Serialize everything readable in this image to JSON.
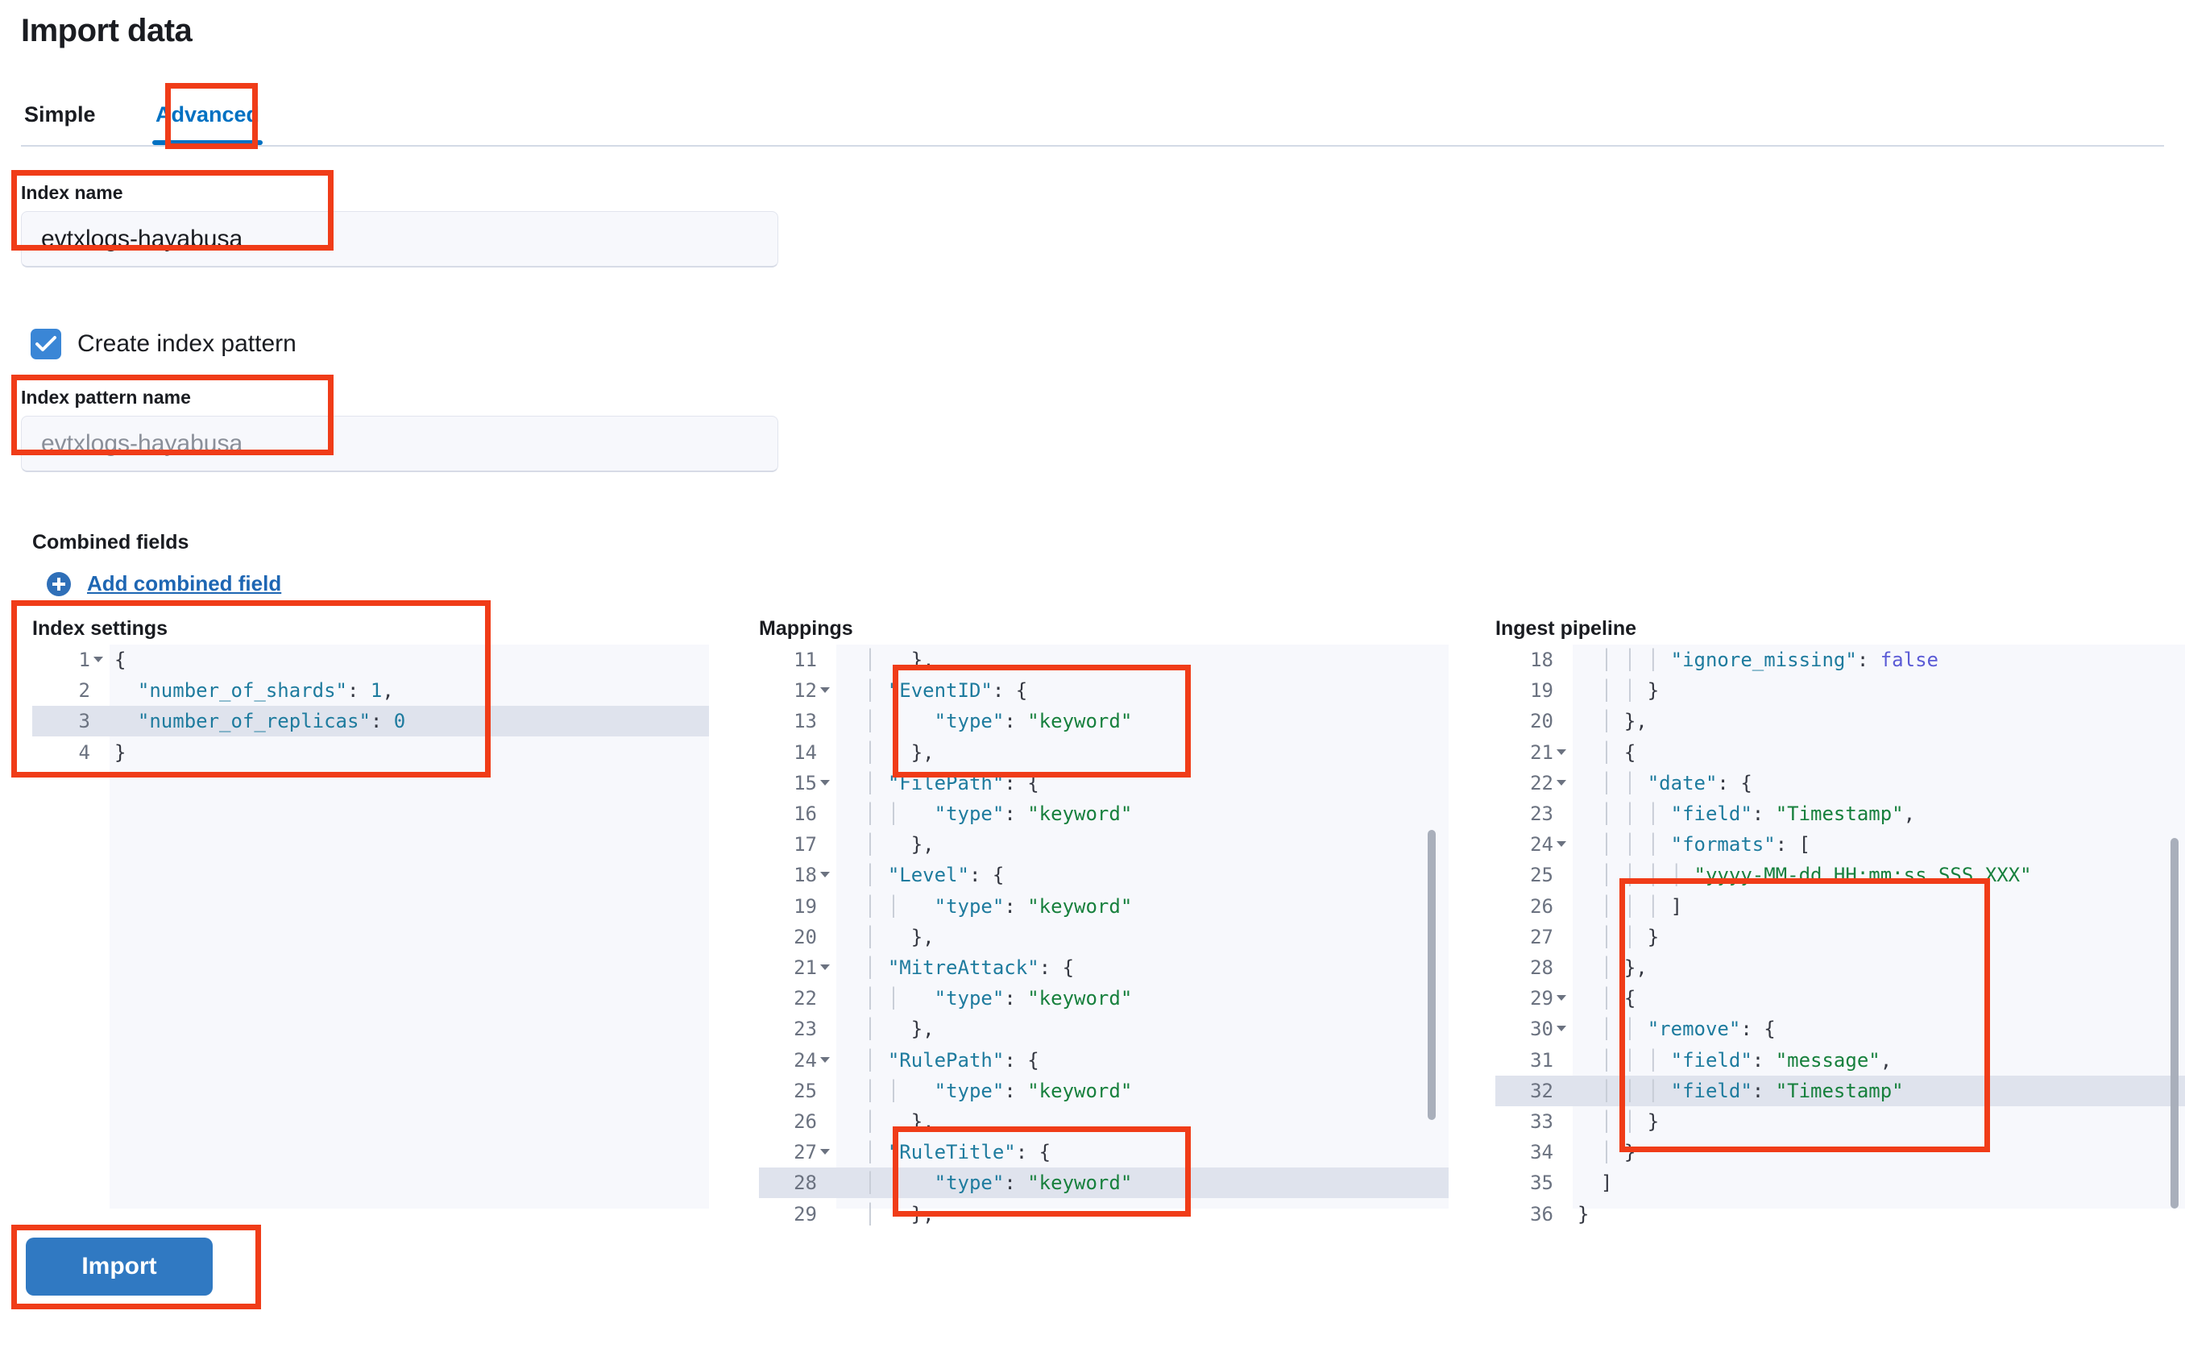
{
  "page": {
    "title": "Import data"
  },
  "tabs": [
    {
      "label": "Simple",
      "selected": false
    },
    {
      "label": "Advanced",
      "selected": true
    }
  ],
  "form": {
    "index_name": {
      "label": "Index name",
      "value": "evtxlogs-hayabusa"
    },
    "create_index_pattern": {
      "label": "Create index pattern",
      "checked": true
    },
    "index_pattern_name": {
      "label": "Index pattern name",
      "placeholder": "evtxlogs-hayabusa"
    },
    "combined_fields": {
      "label": "Combined fields",
      "add_link": "Add combined field"
    }
  },
  "editors": {
    "index_settings": {
      "title": "Index settings",
      "highlight_line": 3,
      "lines": [
        {
          "n": 1,
          "fold": true,
          "text": "{"
        },
        {
          "n": 2,
          "fold": false,
          "text": "  \"number_of_shards\": 1,"
        },
        {
          "n": 3,
          "fold": false,
          "text": "  \"number_of_replicas\": 0"
        },
        {
          "n": 4,
          "fold": false,
          "text": "}"
        }
      ]
    },
    "mappings": {
      "title": "Mappings",
      "highlight_line": 28,
      "lines": [
        {
          "n": 11,
          "fold": false,
          "text": "  │   },"
        },
        {
          "n": 12,
          "fold": true,
          "text": "  │ \"EventID\": {"
        },
        {
          "n": 13,
          "fold": false,
          "text": "  │ │   \"type\": \"keyword\""
        },
        {
          "n": 14,
          "fold": false,
          "text": "  │   },"
        },
        {
          "n": 15,
          "fold": true,
          "text": "  │ \"FilePath\": {"
        },
        {
          "n": 16,
          "fold": false,
          "text": "  │ │   \"type\": \"keyword\""
        },
        {
          "n": 17,
          "fold": false,
          "text": "  │   },"
        },
        {
          "n": 18,
          "fold": true,
          "text": "  │ \"Level\": {"
        },
        {
          "n": 19,
          "fold": false,
          "text": "  │ │   \"type\": \"keyword\""
        },
        {
          "n": 20,
          "fold": false,
          "text": "  │   },"
        },
        {
          "n": 21,
          "fold": true,
          "text": "  │ \"MitreAttack\": {"
        },
        {
          "n": 22,
          "fold": false,
          "text": "  │ │   \"type\": \"keyword\""
        },
        {
          "n": 23,
          "fold": false,
          "text": "  │   },"
        },
        {
          "n": 24,
          "fold": true,
          "text": "  │ \"RulePath\": {"
        },
        {
          "n": 25,
          "fold": false,
          "text": "  │ │   \"type\": \"keyword\""
        },
        {
          "n": 26,
          "fold": false,
          "text": "  │   },"
        },
        {
          "n": 27,
          "fold": true,
          "text": "  │ \"RuleTitle\": {"
        },
        {
          "n": 28,
          "fold": false,
          "text": "  │ │   \"type\": \"keyword\""
        },
        {
          "n": 29,
          "fold": false,
          "text": "  │   },"
        }
      ]
    },
    "ingest_pipeline": {
      "title": "Ingest pipeline",
      "highlight_line": 32,
      "lines": [
        {
          "n": 18,
          "fold": false,
          "text": "  │ │ │ \"ignore_missing\": false"
        },
        {
          "n": 19,
          "fold": false,
          "text": "  │ │ }"
        },
        {
          "n": 20,
          "fold": false,
          "text": "  │ },"
        },
        {
          "n": 21,
          "fold": true,
          "text": "  │ {"
        },
        {
          "n": 22,
          "fold": true,
          "text": "  │ │ \"date\": {"
        },
        {
          "n": 23,
          "fold": false,
          "text": "  │ │ │ \"field\": \"Timestamp\","
        },
        {
          "n": 24,
          "fold": true,
          "text": "  │ │ │ \"formats\": ["
        },
        {
          "n": 25,
          "fold": false,
          "text": "  │ │ │ │ \"yyyy-MM-dd HH:mm:ss.SSS XXX\""
        },
        {
          "n": 26,
          "fold": false,
          "text": "  │ │ │ ]"
        },
        {
          "n": 27,
          "fold": false,
          "text": "  │ │ }"
        },
        {
          "n": 28,
          "fold": false,
          "text": "  │ },"
        },
        {
          "n": 29,
          "fold": true,
          "text": "  │ {"
        },
        {
          "n": 30,
          "fold": true,
          "text": "  │ │ \"remove\": {"
        },
        {
          "n": 31,
          "fold": false,
          "text": "  │ │ │ \"field\": \"message\","
        },
        {
          "n": 32,
          "fold": false,
          "text": "  │ │ │ \"field\": \"Timestamp\""
        },
        {
          "n": 33,
          "fold": false,
          "text": "  │ │ }"
        },
        {
          "n": 34,
          "fold": false,
          "text": "  │ }"
        },
        {
          "n": 35,
          "fold": false,
          "text": "  ]"
        },
        {
          "n": 36,
          "fold": false,
          "text": "}"
        }
      ]
    }
  },
  "actions": {
    "import_label": "Import"
  },
  "colors": {
    "accent": "#0071c2",
    "button": "#3079c2",
    "annotation": "#f03c18",
    "checkbox": "#3a86d6",
    "code_key": "#1e7b9e",
    "code_string": "#17803d",
    "code_bool": "#5b5bd6"
  }
}
